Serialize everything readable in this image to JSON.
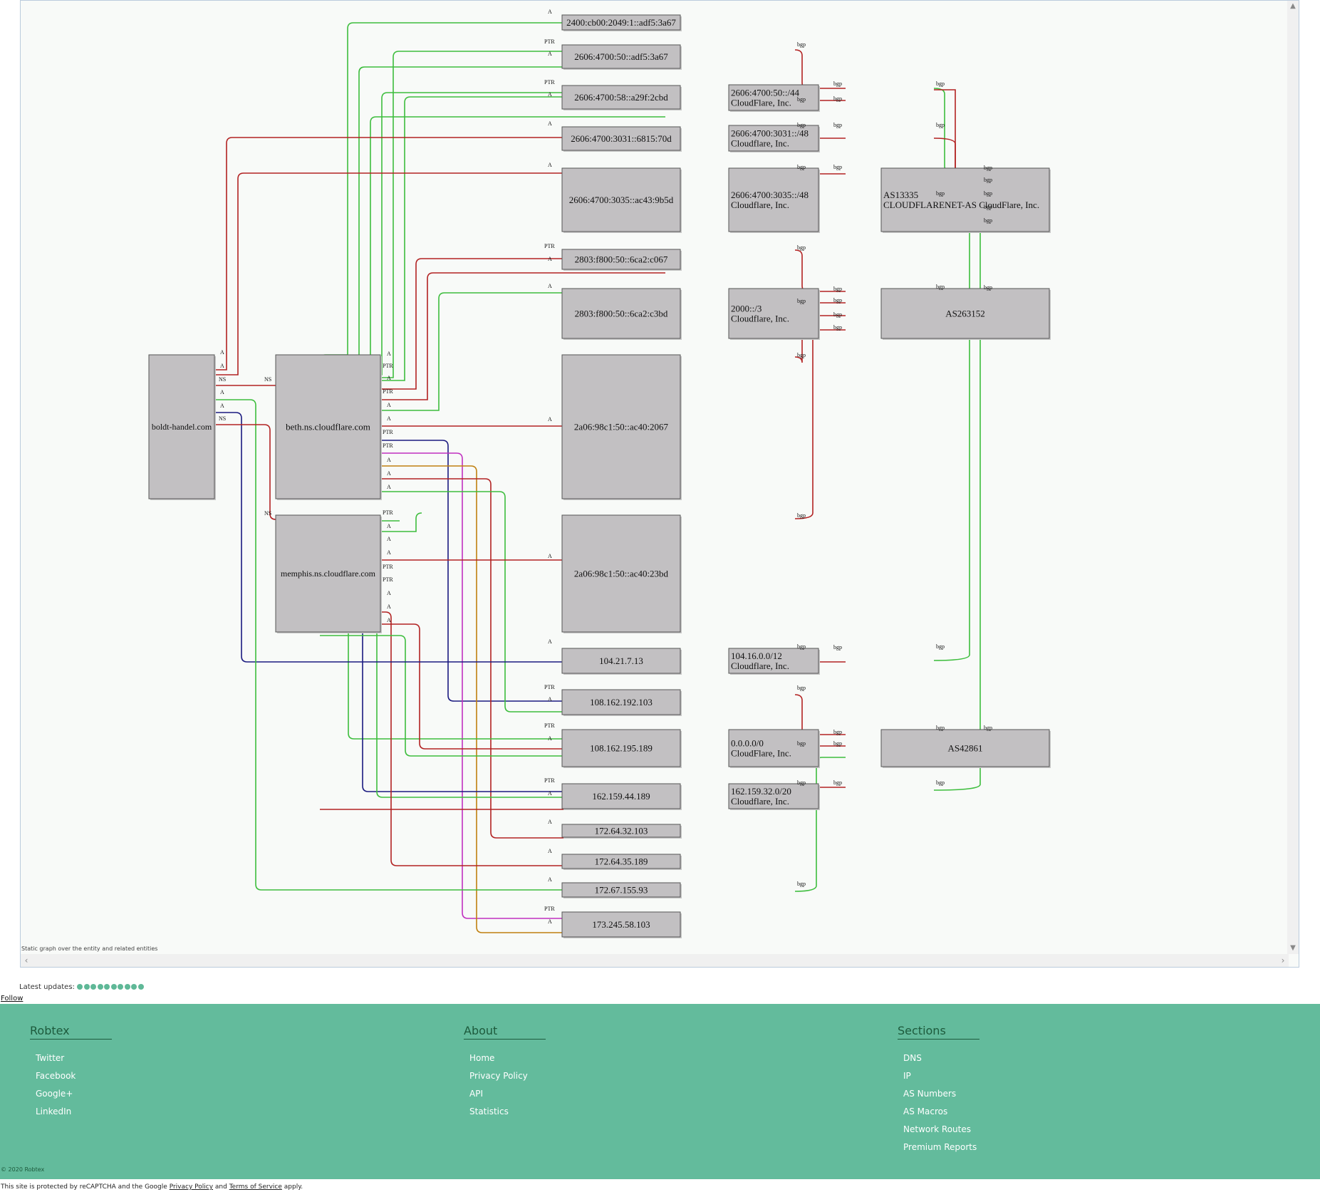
{
  "graph": {
    "caption": "Static graph over the entity and related entities",
    "nodes": {
      "n_boldt": "boldt-handel.com",
      "n_beth": "beth.ns.cloudflare.com",
      "n_memphis": "memphis.ns.cloudflare.com",
      "n_ip1": "2400:cb00:2049:1::adf5:3a67",
      "n_ip2": "2606:4700:50::adf5:3a67",
      "n_ip3": "2606:4700:58::a29f:2cbd",
      "n_ip4": "2606:4700:3031::6815:70d",
      "n_ip5": "2606:4700:3035::ac43:9b5d",
      "n_ip6": "2803:f800:50::6ca2:c067",
      "n_ip7": "2803:f800:50::6ca2:c3bd",
      "n_ip8": "2a06:98c1:50::ac40:2067",
      "n_ip9": "2a06:98c1:50::ac40:23bd",
      "n_ip10": "104.21.7.13",
      "n_ip11": "108.162.192.103",
      "n_ip12": "108.162.195.189",
      "n_ip13": "162.159.44.189",
      "n_ip14": "172.64.32.103",
      "n_ip15": "172.64.35.189",
      "n_ip16": "172.67.155.93",
      "n_ip17": "173.245.58.103",
      "r1a": "2606:4700:50::/44",
      "r1b": "CloudFlare, Inc.",
      "r2a": "2606:4700:3031::/48",
      "r2b": "Cloudflare, Inc.",
      "r3a": "2606:4700:3035::/48",
      "r3b": "Cloudflare, Inc.",
      "r4a": "2000::/3",
      "r4b": "Cloudflare, Inc.",
      "r5a": "104.16.0.0/12",
      "r5b": "Cloudflare, Inc.",
      "r6a": "0.0.0.0/0",
      "r6b": "CloudFlare, Inc.",
      "r7a": "162.159.32.0/20",
      "r7b": "Cloudflare, Inc.",
      "as1a": "AS13335",
      "as1b": "CLOUDFLARENET-AS CloudFlare, Inc.",
      "as2": "AS263152",
      "as3": "AS42861"
    },
    "edge_labels": {
      "a": "A",
      "ptr": "PTR",
      "ns": "NS",
      "bgp": "bgp"
    }
  },
  "updates": {
    "label": "Latest updates:",
    "dot_count": 10
  },
  "follow": "Follow",
  "footer": {
    "robtex": {
      "title": "Robtex",
      "items": [
        "Twitter",
        "Facebook",
        "Google+",
        "LinkedIn"
      ]
    },
    "about": {
      "title": "About",
      "items": [
        "Home",
        "Privacy Policy",
        "API",
        "Statistics"
      ]
    },
    "sections": {
      "title": "Sections",
      "items": [
        "DNS",
        "IP",
        "AS Numbers",
        "AS Macros",
        "Network Routes",
        "Premium Reports"
      ]
    },
    "copyright": "© 2020 Robtex"
  },
  "legal": {
    "prefix": "This site is protected by reCAPTCHA and the Google",
    "privacy": "Privacy Policy",
    "and": "and",
    "terms": "Terms of Service",
    "suffix": "apply."
  },
  "colors": {
    "green": "#3dbd3d",
    "red": "#b22222",
    "navy": "#1a1a80",
    "magenta": "#c030c0",
    "orange": "#c08010",
    "footer": "#63bb9c"
  }
}
